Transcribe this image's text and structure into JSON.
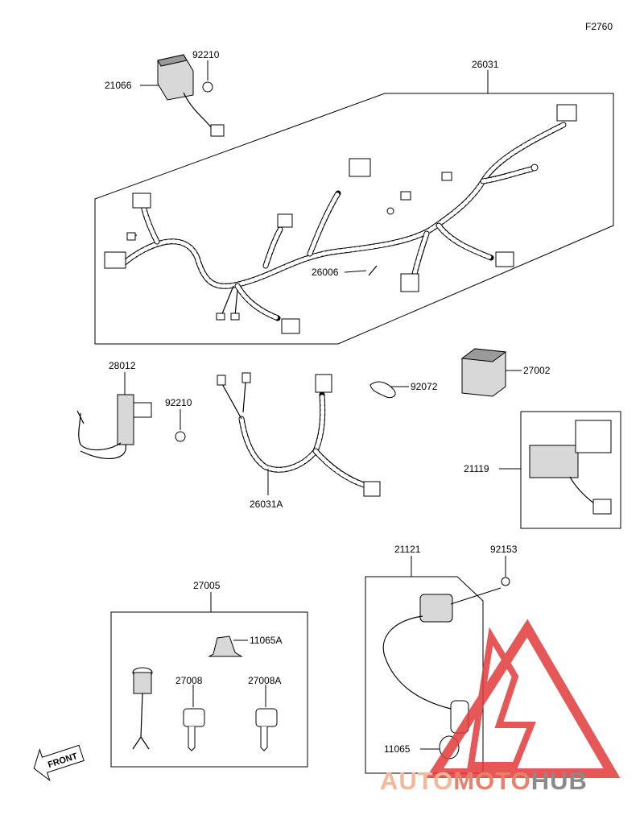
{
  "figure_code": "F2760",
  "labels": {
    "l_26031": "26031",
    "l_21066": "21066",
    "l_92210_top": "92210",
    "l_26006": "26006",
    "l_28012": "28012",
    "l_92210_mid": "92210",
    "l_26031A": "26031A",
    "l_92072": "92072",
    "l_27002": "27002",
    "l_21119": "21119",
    "l_21121": "21121",
    "l_92153": "92153",
    "l_27005": "27005",
    "l_11065A": "11065A",
    "l_27008": "27008",
    "l_27008A": "27008A",
    "l_11065": "11065"
  },
  "front_arrow": "FRONT",
  "watermark": {
    "part1": "AUTO",
    "part2": "MOTO",
    "part3": "HUB",
    "colors": {
      "auto": "#f3b79a",
      "moto": "#e9806b",
      "hub": "#8a8a8a",
      "logo": "#e23b3b"
    }
  }
}
